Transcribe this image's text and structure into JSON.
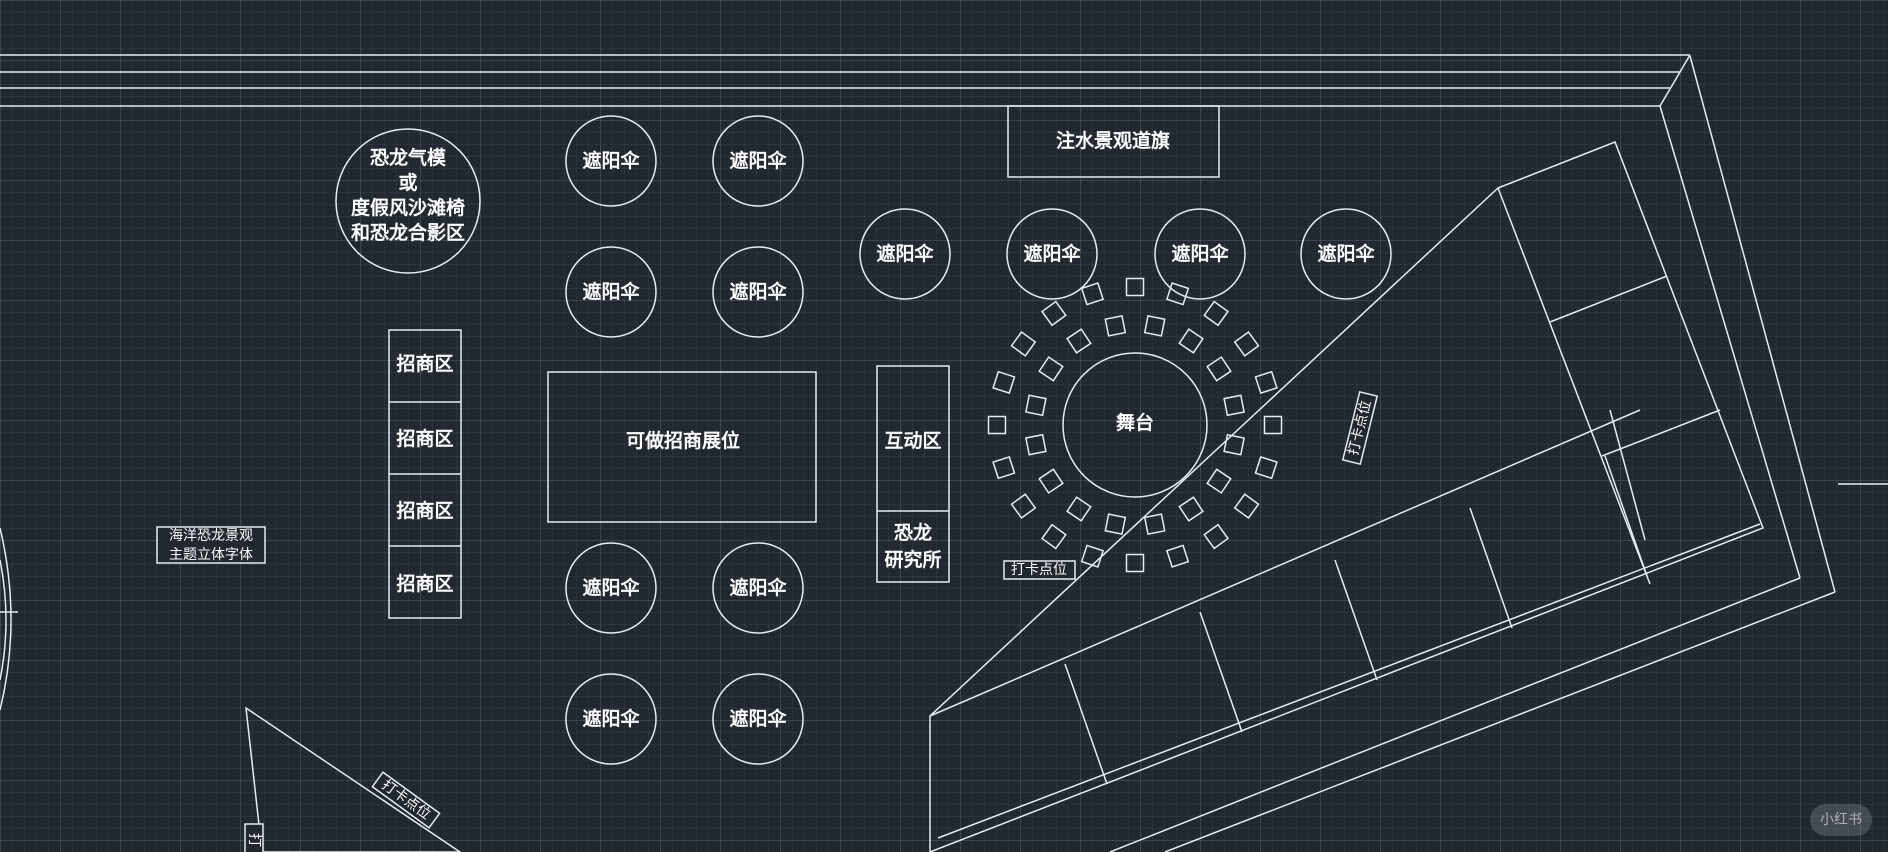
{
  "labels": {
    "dino_zone": [
      "恐龙气模",
      "或",
      "度假风沙滩椅",
      "和恐龙合影区"
    ],
    "umbrella": "遮阳伞",
    "banner": "注水景观道旗",
    "booth": "可做招商展位",
    "investment": "招商区",
    "interactive": "互动区",
    "research": [
      "恐龙",
      "研究所"
    ],
    "stage": "舞台",
    "checkin": "打卡点位",
    "checkin_partial": "打",
    "ocean_text": [
      "海洋恐龙景观",
      "主题立体字体"
    ]
  },
  "watermark": "小红书",
  "colors": {
    "background": "#212830",
    "line": "#e6ecf0",
    "text": "#ffffff"
  }
}
